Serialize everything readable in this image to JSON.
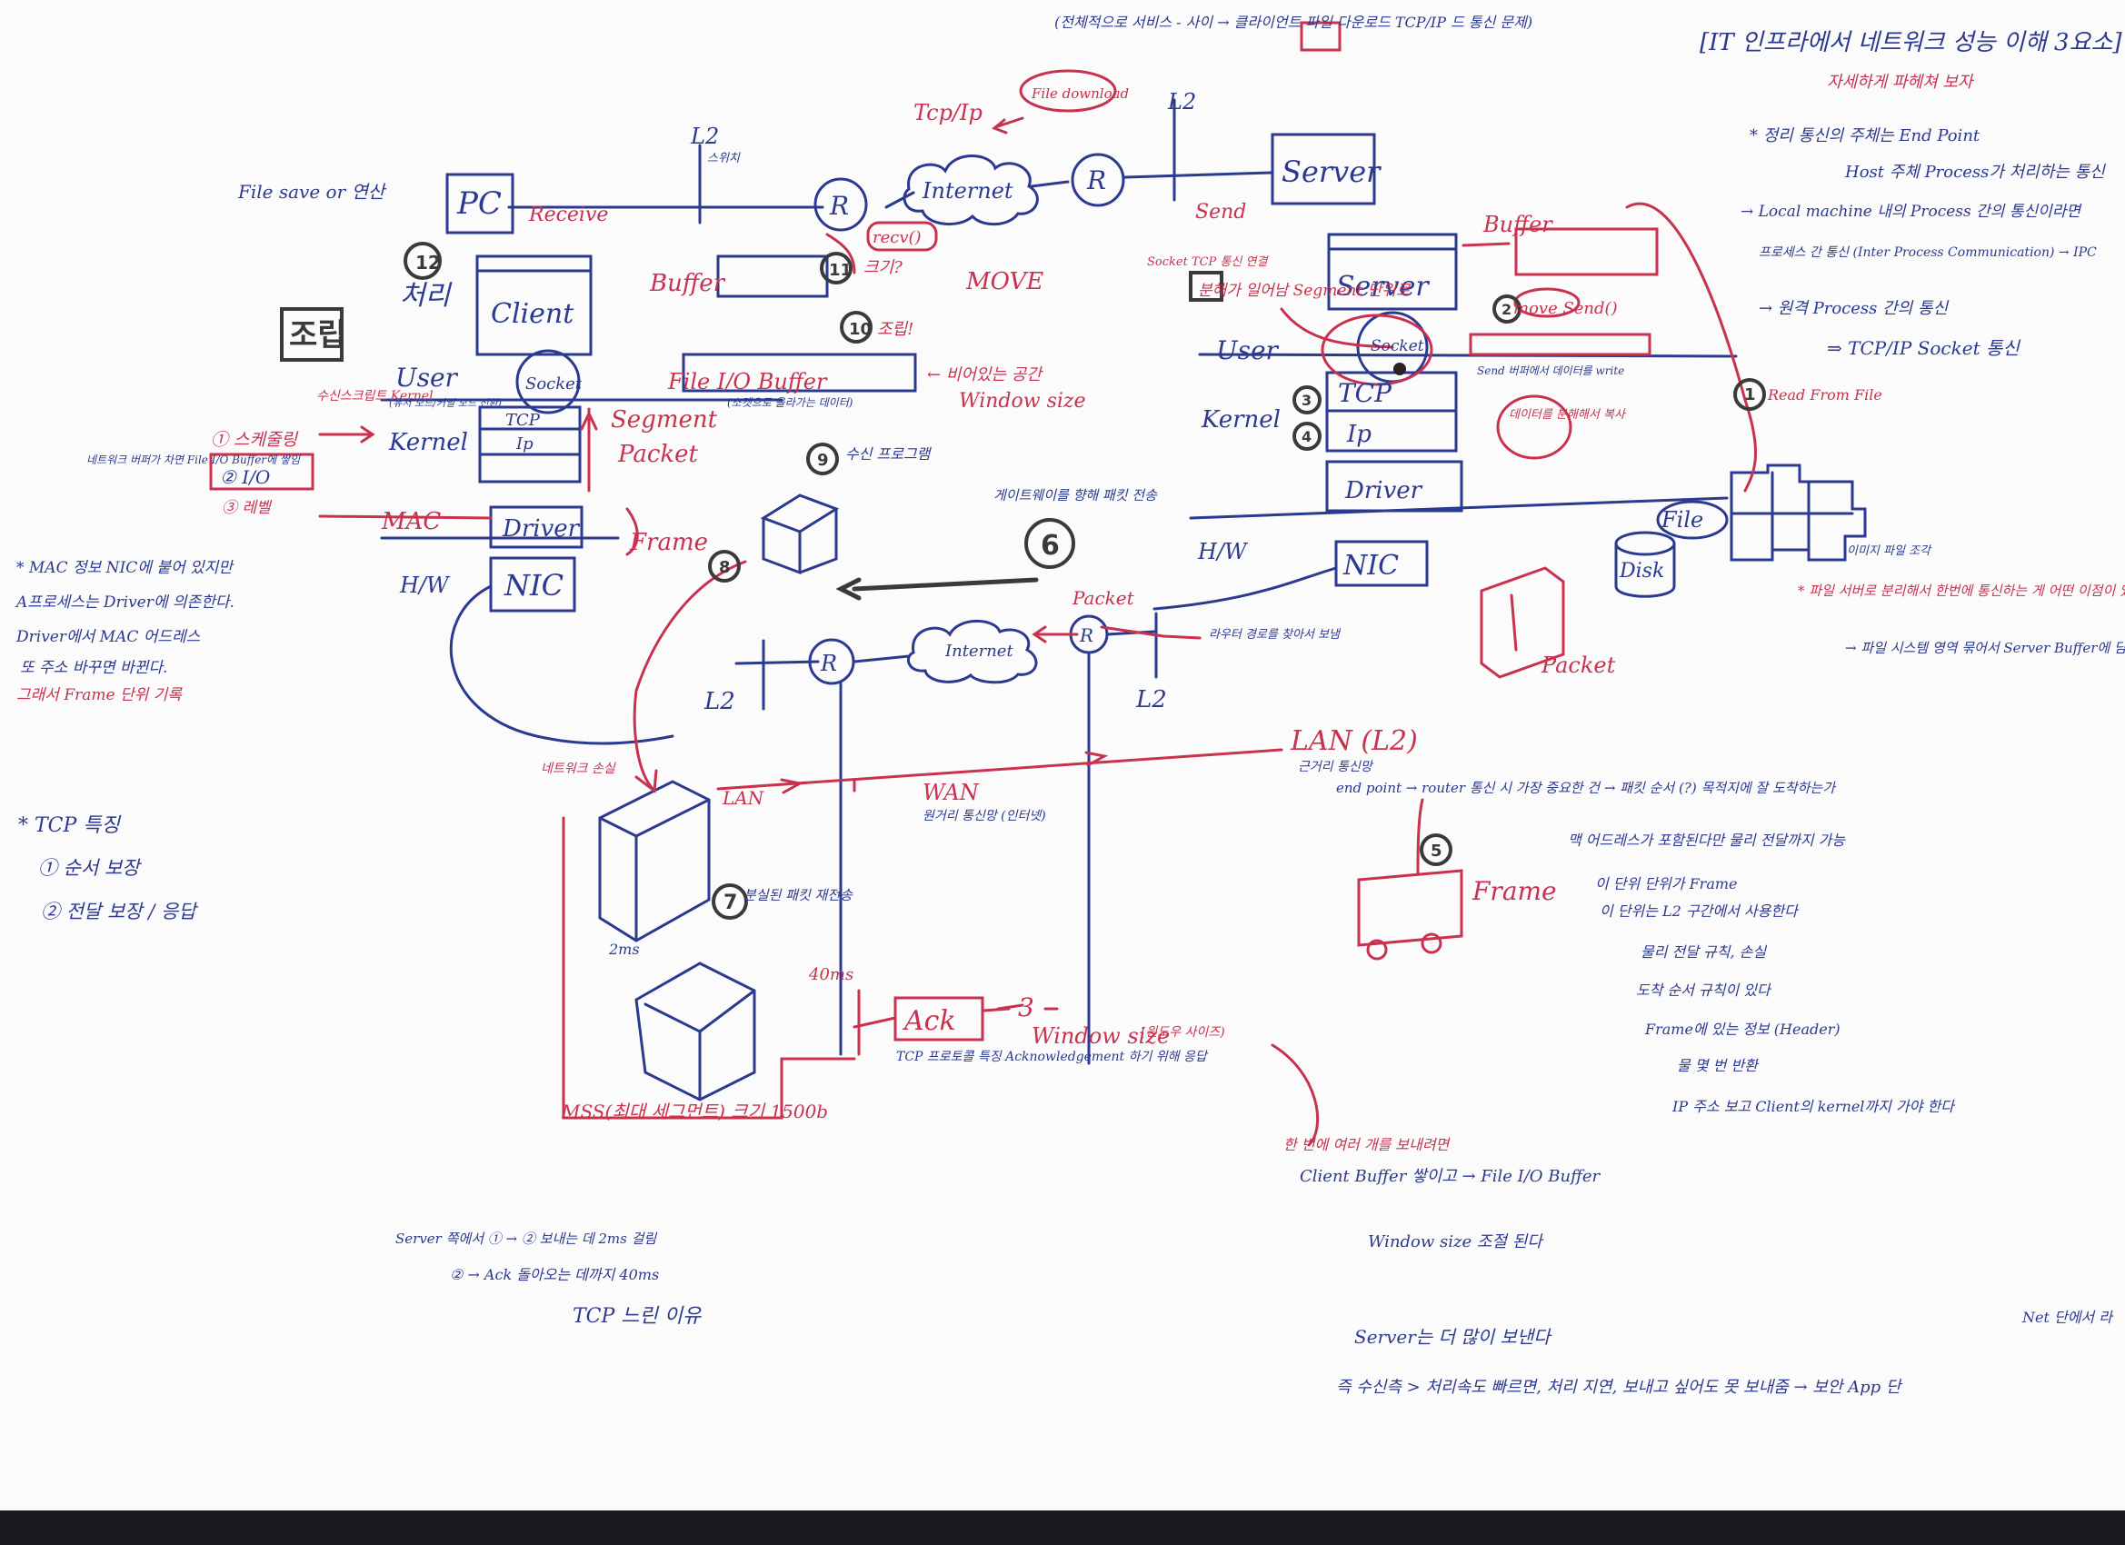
{
  "colors": {
    "blue_ink": "#2b3a8f",
    "red_ink": "#c8324e",
    "pencil": "#3a3a3a"
  },
  "diagram": {
    "top_network": {
      "pc": "PC",
      "receive": "Receive",
      "l2_left": "L2",
      "l2_left_sub": "스위치",
      "router": "R",
      "internet": "Internet",
      "tcp_ip": "Tcp/Ip",
      "file_download": "File download",
      "router_right": "R",
      "l2_right": "L2",
      "server": "Server",
      "send": "Send",
      "top_note": "(전체적으로 서비스 - 사이 → 클라이언트 파일 다운로드 TCP/IP 드 통신 문제)"
    },
    "client_side": {
      "file_save": "File save or 연산",
      "circle_12": "12",
      "cheori": "처리",
      "joribp": "조립",
      "client": "Client",
      "user": "User",
      "user_sub": "(유저 모드/커널 모드 전환)",
      "socket": "Socket",
      "kernel": "Kernel",
      "kernel_label": "수신스크립트 Kernel",
      "tcp": "TCP",
      "ip": "Ip",
      "nic_driver": "Driver",
      "nic": "NIC",
      "mac": "MAC",
      "hw": "H/W",
      "frame": "Frame",
      "segment": "Segment",
      "packet": "Packet",
      "list_1": "① 스케줄링",
      "list_2": "② I/O",
      "list_3": "③ 레벨",
      "list_note": "네트워크 버퍼가 차면 File I/O Buffer에 쌓임",
      "buffer": "Buffer",
      "file_io_buffer": "File I/O Buffer",
      "file_io_sub": "(소켓으로 올라가는 데이터)",
      "recv": "recv()",
      "circle_11": "11",
      "size_q": "크기?",
      "move": "MOVE",
      "circle_10": "10",
      "joribp2": "조립!",
      "empty_space": "← 비어있는 공간",
      "window_size": "Window size",
      "circle_9": "9",
      "recv_note": "수신 프로그램",
      "circle_8": "8"
    },
    "server_side": {
      "buffer": "Buffer",
      "server": "Server",
      "user": "User",
      "kernel": "Kernel",
      "socket": "Socket",
      "tcp": "TCP",
      "ip": "Ip",
      "driver": "Driver",
      "nic": "NIC",
      "hw": "H/W",
      "circle_2": "2",
      "circle_3": "3",
      "circle_4": "4",
      "move_send": "move Send()",
      "socket_note": "Socket TCP 통신 연결",
      "segment_note": "분해가 일어남 Segment 단위로",
      "file": "File",
      "disk": "Disk",
      "circle_1": "1",
      "read_from_file": "Read From File",
      "server_buffer_note": "Send 버퍼에서 데이터를 write",
      "server_packet_note": "데이터를 분해해서 복사"
    },
    "middle": {
      "circle_6": "6",
      "circle_6_note": "게이트웨이를 향해 패킷 전송",
      "router_left": "R",
      "internet": "Internet",
      "router_right": "R",
      "packet": "Packet",
      "l2_left": "L2",
      "l2_right": "L2",
      "lan_l2": "LAN (L2)",
      "lan_sub": "근거리 통신망",
      "lan": "LAN",
      "wan": "WAN",
      "wan_sub": "원거리 통신망 (인터넷)",
      "router_note": "라우터 경로를 찾아서 보냄",
      "endpoint_note": "end point → router 통신 시 가장 중요한 건 → 패킷 순서 (?) 목적지에 잘 도착하는가",
      "circle_5": "5",
      "frame": "Frame",
      "packet_box": "Packet"
    },
    "bottom": {
      "circle_7": "7",
      "circle_7_note": "분실된 패킷 재전송",
      "loss": "네트워크 손실",
      "two_ms": "2ms",
      "forty_ms": "40ms",
      "ack": "Ack",
      "three": "3",
      "window_size": "Window size",
      "window_note": "(윈도우 사이즈)",
      "ack_note": "TCP 프로토콜 특징 Acknowledgement 하기 위해 응답",
      "mss": "MSS(최대 세그먼트) 크기 1500b",
      "two_ms_note": "Server 쪽에서 ① → ② 보내는 데 2ms 걸림",
      "ack_note2": "② → Ack 돌아오는 데까지 40ms",
      "tcp_note": "TCP 느린 이유",
      "flow_1": "한 번에 여러 개를 보내려면",
      "flow_2": "Client Buffer 쌓이고 → File I/O Buffer",
      "flow_3": "Window size 조절 된다",
      "flow_4": "Server는 더 많이 보낸다",
      "flow_5": "즉 수신측 > 처리속도 빠르면, 처리 지연, 보내고 싶어도 못 보내줌 → 보안 App 단",
      "net_app": "Net 단에서 라"
    },
    "notes_right": {
      "title": "[IT 인프라에서 네트워크 성능 이해 3요소]",
      "subtitle": "자세하게 파헤쳐 보자",
      "n1": "* 정리 통신의 주체는 End Point",
      "n2": "Host 주체 Process가 처리하는 통신",
      "n3": "→ Local machine 내의 Process 간의 통신이라면",
      "n4": "프로세스 간 통신 (Inter Process Communication) → IPC",
      "n5": "→ 원격 Process 간의 통신",
      "n6": "⇒ TCP/IP Socket 통신",
      "file_note": "이미지 파일 조각",
      "q1": "* 파일 서버로 분리해서 한번에 통신하는 게 어떤 이점이 있나?",
      "q2": "→ 파일 시스템 영역 묶어서 Server Buffer에 담는다.",
      "frame_note_1": "맥 어드레스가 포함된다만 물리 전달까지 가능",
      "frame_note_2": "이 단위 단위가 Frame",
      "frame_note_3": "이 단위는 L2 구간에서 사용한다",
      "frame_note_4": "물리 전달 규칙, 손실",
      "frame_note_5": "도착 순서 규칙이 있다",
      "frame_note_6": "Frame에 있는 정보 (Header)",
      "frame_note_7": "물 몇 번 반환",
      "frame_note_8": "IP 주소 보고 Client의 kernel까지 가야 한다"
    },
    "notes_left": {
      "mac_1": "* MAC 정보 NIC에 붙어 있지만",
      "mac_2": "A프로세스는 Driver에 의존한다.",
      "mac_3": "Driver에서 MAC 어드레스",
      "mac_4": "또 주소 바꾸면 바뀐다.",
      "mac_5": "그래서 Frame 단위 기록",
      "tcp_title": "* TCP 특징",
      "tcp_1": "① 순서 보장",
      "tcp_2": "② 전달 보장 / 응답"
    }
  }
}
